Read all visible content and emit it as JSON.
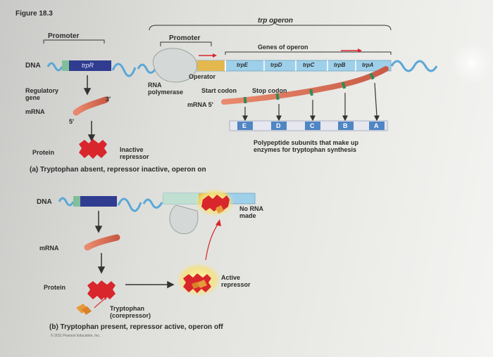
{
  "figure_title": "Figure 18.3",
  "top_labels": {
    "trp_operon": "trp operon",
    "promoter_left": "Promoter",
    "promoter_right": "Promoter",
    "genes_of_operon": "Genes of operon",
    "dna": "DNA",
    "trpR": "trpR",
    "genes": [
      "trpE",
      "trpD",
      "trpC",
      "trpB",
      "trpA"
    ],
    "regulatory_gene": "Regulatory\ngene",
    "three_prime": "3'",
    "rna_polymerase": "RNA\npolymerase",
    "operator": "Operator",
    "start_codon": "Start codon",
    "stop_codon": "Stop codon",
    "mrna": "mRNA",
    "five_prime": "5'",
    "mrna_5prime": "mRNA 5'",
    "polypeptide_boxes": [
      "E",
      "D",
      "C",
      "B",
      "A"
    ],
    "protein": "Protein",
    "inactive_repressor": "Inactive\nrepressor",
    "polypeptide_caption": "Polypeptide subunits that make up\nenzymes for tryptophan synthesis",
    "caption_a": "(a) Tryptophan absent, repressor inactive, operon on"
  },
  "bottom_labels": {
    "dna": "DNA",
    "no_rna_made": "No RNA\nmade",
    "mrna": "mRNA",
    "protein": "Protein",
    "active_repressor": "Active\nrepressor",
    "tryptophan": "Tryptophan\n(corepressor)",
    "caption_b": "(b) Tryptophan present, repressor active, operon off",
    "copyright": "© 2011 Pearson Education, Inc."
  },
  "colors": {
    "dna_helix": "#5aa7d6",
    "trpR_gene": "#2f3c8f",
    "promoter_box": "#bfe0d0",
    "operator_box": "#e3b84f",
    "genes_box": "#9fd0ea",
    "mrna": "#d9735a",
    "repressor": "#d8262c",
    "tryptophan": "#e89a3b",
    "polymerase": "#d4d8d6",
    "polypeptide_box": "#4f86c3"
  }
}
